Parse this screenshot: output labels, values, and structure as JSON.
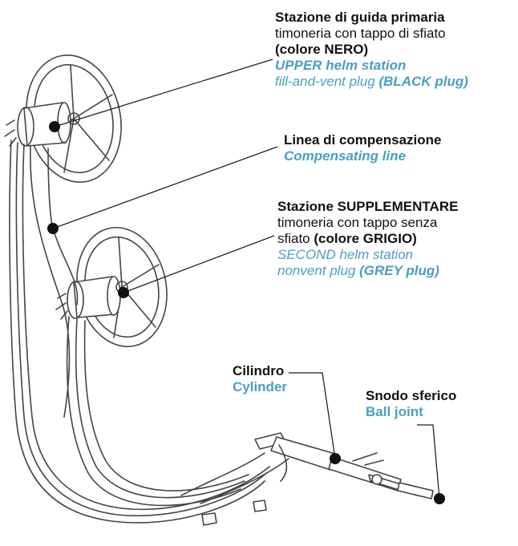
{
  "labels": {
    "upper": {
      "title_it": "Stazione di guida primaria",
      "desc_it": "timoneria con tappo di sfiato",
      "color_it": "(colore NERO)",
      "title_en": "UPPER helm station",
      "desc_en": "fill-and-vent plug",
      "color_en": "(BLACK plug)"
    },
    "compensating": {
      "title_it": "Linea di compensazione",
      "title_en": "Compensating line"
    },
    "second": {
      "title_it": "Stazione SUPPLEMENTARE",
      "desc_it_1": "timoneria con tappo senza",
      "desc_it_2": "sfiato",
      "color_it": "(colore GRIGIO)",
      "title_en": "SECOND helm station",
      "desc_en": "nonvent plug",
      "color_en": "(GREY plug)"
    },
    "cylinder": {
      "title_it": "Cilindro",
      "title_en": "Cylinder"
    },
    "balljoint": {
      "title_it": "Snodo sferico",
      "title_en": "Ball joint"
    }
  },
  "colors": {
    "accent_blue": "#4a9ec2",
    "text": "#111111",
    "drawing": "#444444",
    "marker": "#111111"
  }
}
